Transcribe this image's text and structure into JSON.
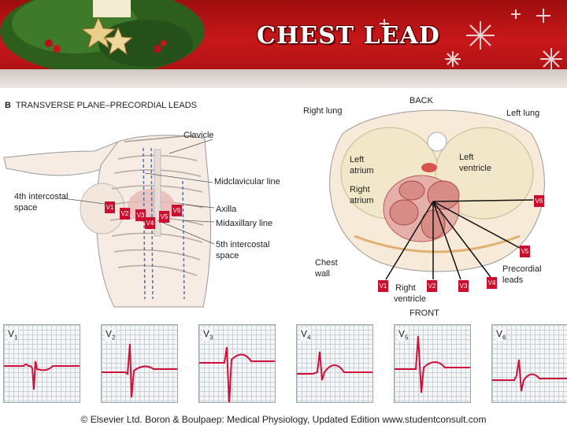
{
  "slide": {
    "title": "CHEST LEAD"
  },
  "panel_b": {
    "letter": "B",
    "heading": "TRANSVERSE PLANE–PRECORDIAL LEADS",
    "labels": {
      "clavicle": "Clavicle",
      "midclavicular": "Midclavicular line",
      "fourth_space_1": "4th intercostal",
      "fourth_space_2": "space",
      "axilla": "Axilla",
      "midaxillary": "Midaxillary line",
      "fifth_space_1": "5th intercostal",
      "fifth_space_2": "space"
    }
  },
  "cross_section": {
    "back": "BACK",
    "front": "FRONT",
    "right_lung": "Right lung",
    "left_lung": "Left lung",
    "left_atrium_1": "Left",
    "left_atrium_2": "atrium",
    "left_ventricle_1": "Left",
    "left_ventricle_2": "ventricle",
    "right_atrium_1": "Right",
    "right_atrium_2": "atrium",
    "right_ventricle_1": "Right",
    "right_ventricle_2": "ventricle",
    "chest_wall_1": "Chest",
    "chest_wall_2": "wall",
    "precordial_1": "Precordial",
    "precordial_2": "leads"
  },
  "leads": [
    {
      "name": "V",
      "sub": "1"
    },
    {
      "name": "V",
      "sub": "2"
    },
    {
      "name": "V",
      "sub": "3"
    },
    {
      "name": "V",
      "sub": "4"
    },
    {
      "name": "V",
      "sub": "5"
    },
    {
      "name": "V",
      "sub": "6"
    }
  ],
  "colors": {
    "banner": "#c8171a",
    "lead_tag": "#c8102e",
    "ecg_trace": "#d0103a"
  },
  "footer": {
    "credit": "© Elsevier Ltd. Boron & Boulpaep: Medical Physiology, Updated Edition    www.studentconsult.com"
  }
}
